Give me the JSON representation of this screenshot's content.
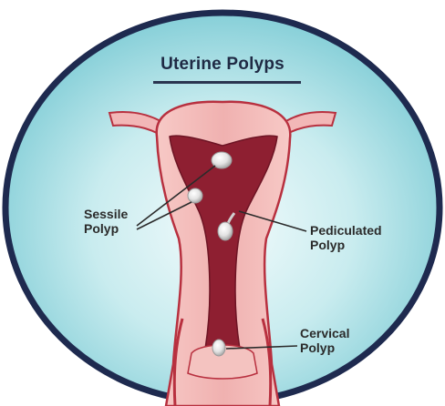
{
  "title": "Uterine Polyps",
  "labels": {
    "sessile": [
      "Sessile",
      "Polyp"
    ],
    "pediculated": [
      "Pediculated",
      "Polyp"
    ],
    "cervical": [
      "Cervical",
      "Polyp"
    ]
  },
  "colors": {
    "background_circle": "#bfe7ec",
    "circle_border": "#1e2a4f",
    "uterus_wall": "#f2b7b7",
    "uterus_outline": "#b8303f",
    "cavity": "#8e1f31",
    "polyp": "#eeeeee",
    "text": "#2b2b2b"
  }
}
